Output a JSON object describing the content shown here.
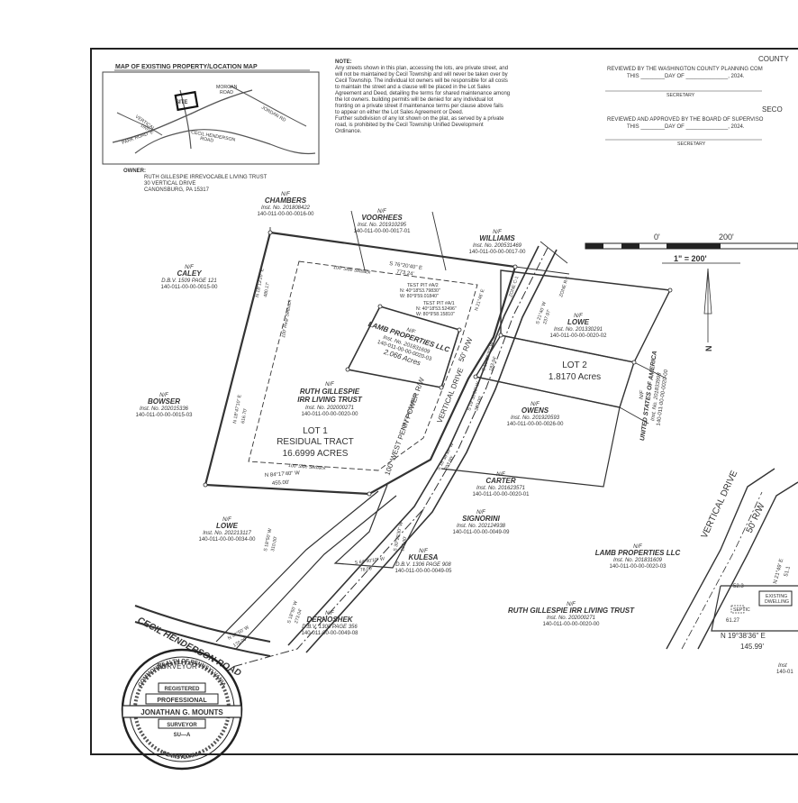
{
  "locmap": {
    "title": "MAP OF EXISTING PROPERTY/LOCATION MAP",
    "site": "SITE",
    "morgan": "MORGAN",
    "road": "ROAD",
    "cecil_hend": "CECIL HENDERSON",
    "road2": "ROAD",
    "vertical": "VERTICAL",
    "drive": "DRIVE",
    "rte": "PARK ROAD",
    "jordan": "JORDAN RD"
  },
  "note": {
    "heading": "NOTE:",
    "lines": [
      "Any streets shown in this plan, accessing the lots, are private street, and",
      "will not be maintained by Cecil Township and will never be taken over by",
      "Cecil Township. The individual lot owners will be responsible for all costs",
      "to maintain the street and a clause will be placed in the Lot Sales",
      "Agreement and Deed, detailing the terms for shared maintenance among",
      "the lot owners. building permits will be denied for any individual lot",
      "fronting on a private street if maintenance terms per clause above fails",
      "to appear on either the Lot Sales Agreement or Deed.",
      "Further subdivision of any lot shown on the plat, as served by a private",
      "road, is prohibited by the Cecil Township Unified Development",
      "Ordinance."
    ]
  },
  "approvals": {
    "county_head": "COUNTY",
    "county_line": "REVIEWED BY THE WASHINGTON COUNTY PLANNING COM",
    "county_this": "THIS ________DAY OF ______________, 2024.",
    "secretary1": "SECRETARY",
    "sec_head": "SECO",
    "sec_line": "REVIEWED AND APPROVED BY THE BOARD OF SUPERVISO",
    "sec_this": "THIS ________DAY OF ______________, 2024.",
    "secretary2": "SECRETARY"
  },
  "owner": {
    "label": "OWNER:",
    "lines": [
      "RUTH GILLESPIE IRREVOCABLE LIVING TRUST",
      "30 VERTICAL DRIVE",
      "CANONSBURG, PA 15317"
    ]
  },
  "scale": {
    "zero": "0'",
    "two": "200'",
    "ratio": "1\" = 200'",
    "north": "N"
  },
  "parcels": [
    {
      "id": "chambers",
      "nf": "N/F",
      "name": "CHAMBERS",
      "inst": "Inst. No. 201808422",
      "pin": "140-011-00-00-0016-00"
    },
    {
      "id": "voorhees",
      "nf": "N/F",
      "name": "VOORHEES",
      "inst": "Inst. No. 201910295",
      "pin": "140-011-00-00-0017-01"
    },
    {
      "id": "williams",
      "nf": "N/F",
      "name": "WILLIAMS",
      "inst": "Inst. No. 200531469",
      "pin": "140-011-00-00-0017-00"
    },
    {
      "id": "caley",
      "nf": "N/F",
      "name": "CALEY",
      "inst": "D.B.V. 1509 PAGE 121",
      "pin": "140-011-00-00-0015-00"
    },
    {
      "id": "bowser",
      "nf": "N/F",
      "name": "BOWSER",
      "inst": "Inst. No. 202015336",
      "pin": "140-011-00-00-0015-03"
    },
    {
      "id": "lowe_r",
      "nf": "N/F",
      "name": "LOWE",
      "inst": "Inst. No. 201330291",
      "pin": "140-011-00-00-0020-02"
    },
    {
      "id": "owens",
      "nf": "N/F",
      "name": "OWENS",
      "inst": "Inst. No. 201920593",
      "pin": "140-011-00-00-0026-00"
    },
    {
      "id": "carter",
      "nf": "N/F",
      "name": "CARTER",
      "inst": "Inst. No. 201623571",
      "pin": "140-011-00-00-0020-01"
    },
    {
      "id": "signorini",
      "nf": "N/F",
      "name": "SIGNORINI",
      "inst": "Inst. No. 202124938",
      "pin": "140-011-00-00-0049-09"
    },
    {
      "id": "lowe_l",
      "nf": "N/F",
      "name": "LOWE",
      "inst": "Inst. No. 202213117",
      "pin": "140-011-00-00-0034-00"
    },
    {
      "id": "kulesa",
      "nf": "N/F",
      "name": "KULESA",
      "inst": "D.B.V. 1306 PAGE 908",
      "pin": "140-011-00-00-0049-05"
    },
    {
      "id": "dernoshek",
      "nf": "N/F",
      "name": "DERNOSHEK",
      "inst": "D.B.V. 1308 PAGE 356",
      "pin": "140-011-00-00-0049-08"
    },
    {
      "id": "lamb2",
      "nf": "N/F",
      "name": "LAMB PROPERTIES LLC",
      "inst": "Inst. No. 201831609",
      "pin": "140-011-00-00-0020-03"
    },
    {
      "id": "ruth2",
      "nf": "N/F",
      "name": "RUTH GILLESPIE IRR LIVING TRUST",
      "inst": "Inst. No. 202000271",
      "pin": "140-011-00-00-0020-00"
    }
  ],
  "lamb": {
    "nf": "N/F",
    "name": "LAMB PROPERTIES LLC",
    "inst": "Inst. No. 201831609",
    "pin": "140-011-00-00-0020-03",
    "acres": "2.066 Acres"
  },
  "ruth": {
    "nf": "N/F",
    "name": "RUTH GILLESPIE",
    "name2": "IRR LIVING TRUST",
    "inst": "Inst. No. 202000271",
    "pin": "140-011-00-00-0020-00"
  },
  "lot1": {
    "l1": "LOT 1",
    "l2": "RESIDUAL TRACT",
    "l3": "16.6999 ACRES"
  },
  "lot2": {
    "l1": "LOT 2",
    "l2": "1.8170 Acres"
  },
  "usa": {
    "nf": "N/F",
    "name": "UNITED STATES OF AMERICA",
    "inst": "Inst. No. 201833998",
    "pin": "140-011-00-00-0020-00"
  },
  "bearings": {
    "north": "S 76°20'40\" E",
    "north_d": "773.24'",
    "west": "N 18°13'20\" E",
    "west_d": "480.17'",
    "west2": "N 18°47'10\" E",
    "west2_d": "616.70'",
    "south": "N 84°17'40\" W",
    "south_d": "455.00'",
    "setback_top": "100' Side Setback",
    "setback_bot": "100' Side Setback",
    "setback_rear": "100' Rear Setback",
    "setback_front": "100' Front Setback",
    "tp2": "TEST PIT #A/2",
    "tp2a": "N: 40°18'53.79830\"",
    "tp2b": "W: 80°9'59.01840\"",
    "tp1": "TEST PIT #A/1",
    "tp1a": "N: 40°18'53.52496\"",
    "tp1b": "W: 80°9'58.15810\"",
    "c1": "N 21°46' E",
    "c2": "S 21°40' W",
    "c3": "S 18°36'30\" W",
    "c4": "S 19°38'36\" W",
    "c5": "S 18°38'30\" W",
    "c6": "S 30°20'30\" W",
    "c7": "S 64°40'10\" W",
    "c7d": "78.00'",
    "c8": "S 18°50' W",
    "c9": "N 38°50' W",
    "c9d": "170.00'",
    "c10": "S 18°50' W",
    "d1": "237.97'",
    "d2": "183.94'",
    "d3": "280.00'",
    "d4": "203.00'",
    "d5": "153.00'",
    "d6": "310.00'",
    "d7": "273.04'",
    "d8": "170.00'",
    "zone1": "ZONE C-1",
    "zone2": "ZONE R-1"
  },
  "roads": {
    "vdrive": "VERTICAL DRIVE",
    "row": "50' R/W",
    "power": "100' WEST PENN POWER R/W",
    "cecil": "CECIL HENDERSON ROAD"
  },
  "detail": {
    "vdrive": "VERTICAL DRIVE",
    "row": "50' R/W",
    "existing": "EXISTING",
    "dwelling": "DWELLING",
    "septic": "SEPTIC",
    "bearing": "N 19°38'36\" E",
    "dist": "145.99'",
    "d1": "52.3",
    "d2": "61.27",
    "b2": "N 21°49' E",
    "b2d": "51.1",
    "inst": "Inst",
    "pin": "140-01"
  },
  "surveyor": {
    "label": "SURVEYOR",
    "outer_top": "COMMONWEALTH OF PENNSYLVANIA",
    "outer_bot": "PENNSYLVANIA",
    "registered": "REGISTERED",
    "professional": "PROFESSIONAL",
    "name": "JONATHAN G. MOUNTS",
    "surveyor": "SURVEYOR",
    "num": "SU—A"
  }
}
